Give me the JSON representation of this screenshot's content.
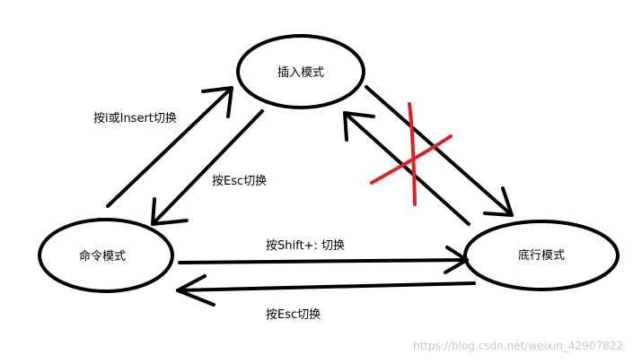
{
  "nodes": {
    "insert": {
      "label": "插入模式"
    },
    "command": {
      "label": "命令模式"
    },
    "bottom": {
      "label": "底行模式"
    }
  },
  "edges": {
    "command_to_insert": {
      "label": "按i或Insert切换"
    },
    "insert_to_command": {
      "label": "按Esc切换"
    },
    "command_to_bottom": {
      "label": "按Shift+: 切换"
    },
    "bottom_to_command": {
      "label": "按Esc切换"
    }
  },
  "forbidden_mark": {
    "color": "#e02020"
  },
  "watermark": "https://blog.csdn.net/weixin_42907822",
  "colors": {
    "stroke": "#000000",
    "background": "#ffffff"
  }
}
